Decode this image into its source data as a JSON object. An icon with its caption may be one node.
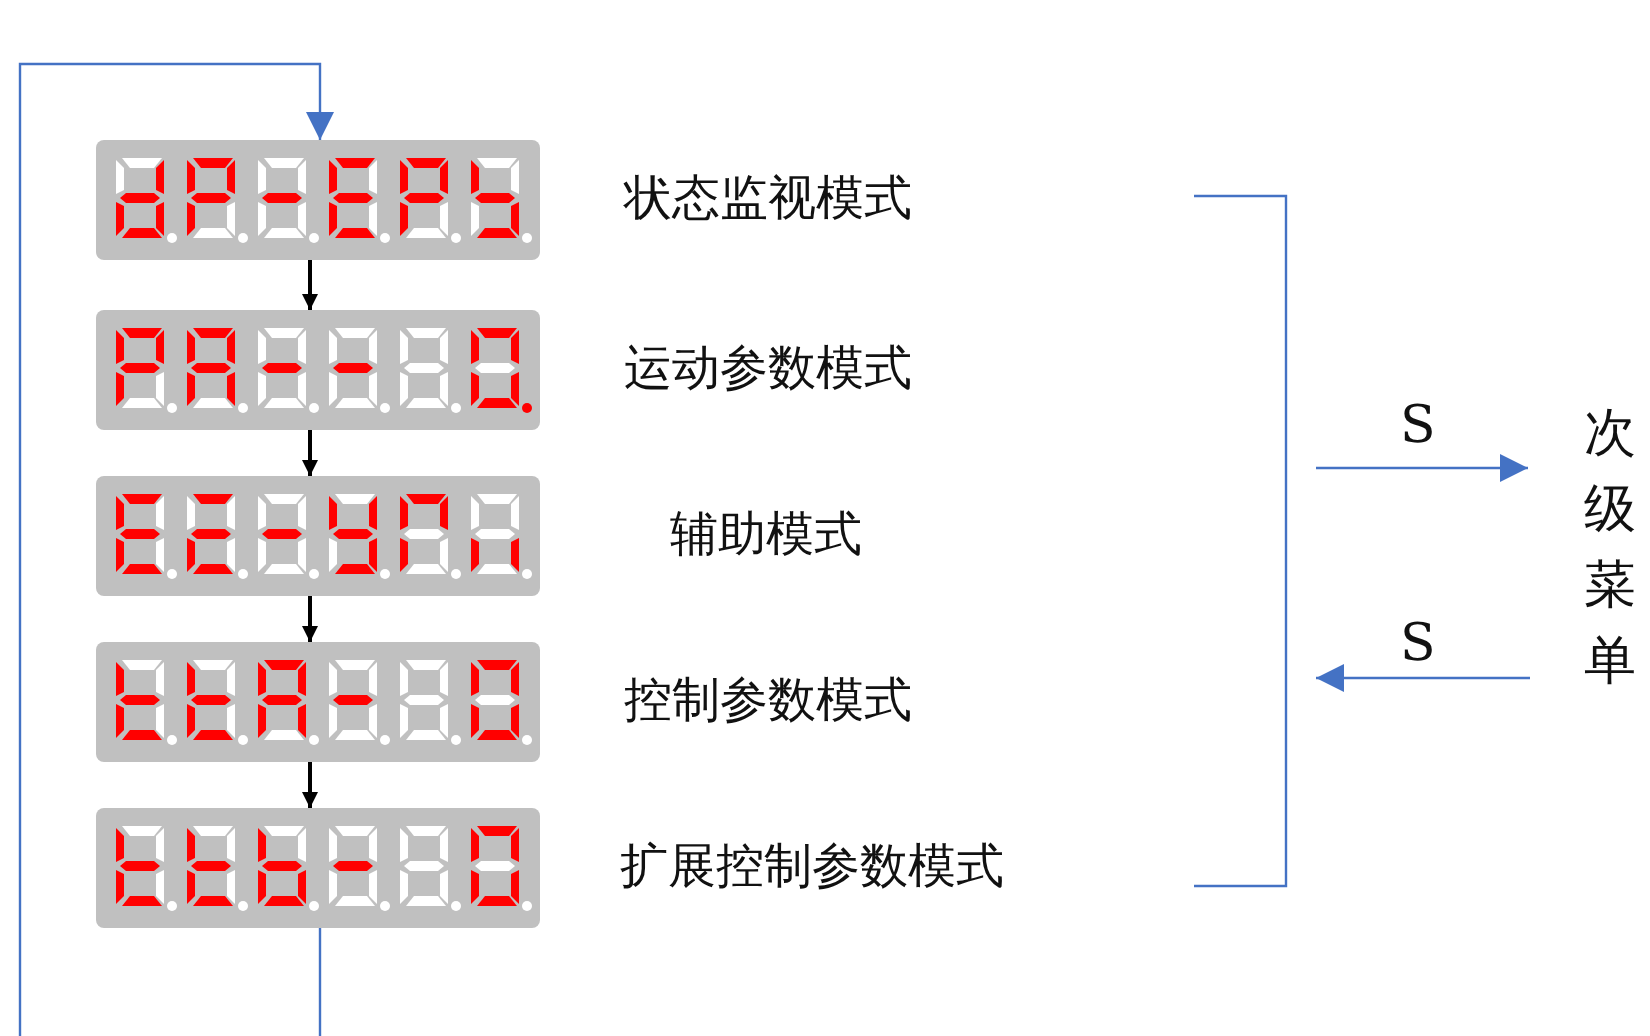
{
  "diagram": {
    "nodes": [
      {
        "text": [],
        "shape": "box",
        "beside": [
          "状态监视模式"
        ]
      },
      {
        "text": [],
        "shape": "box",
        "beside": [
          "运动参数模式"
        ]
      },
      {
        "text": [],
        "shape": "box",
        "beside": [
          "辅助模式"
        ]
      },
      {
        "text": [],
        "shape": "box",
        "beside": [
          "控制参数模式"
        ]
      },
      {
        "text": [],
        "shape": "box",
        "beside": [
          "扩展控制参数模式"
        ]
      },
      {
        "text": [
          "次级菜单"
        ]
      },
      {
        "text": [],
        "shape": "bracket"
      }
    ],
    "edges": [
      {
        "from": 0,
        "to": 1,
        "arrow": "to"
      },
      {
        "from": 1,
        "to": 2,
        "arrow": "to"
      },
      {
        "from": 2,
        "to": 3,
        "arrow": "to"
      },
      {
        "from": 3,
        "to": 4,
        "arrow": "to"
      },
      {
        "from": 4,
        "to": 0,
        "arrow": "to",
        "color": "#4472c4"
      },
      {
        "from": 6,
        "to": 5,
        "arrow": "to",
        "label": "S",
        "color": "#4472c4"
      },
      {
        "from": 5,
        "to": 6,
        "arrow": "to",
        "label": "S",
        "color": "#4472c4"
      }
    ]
  }
}
